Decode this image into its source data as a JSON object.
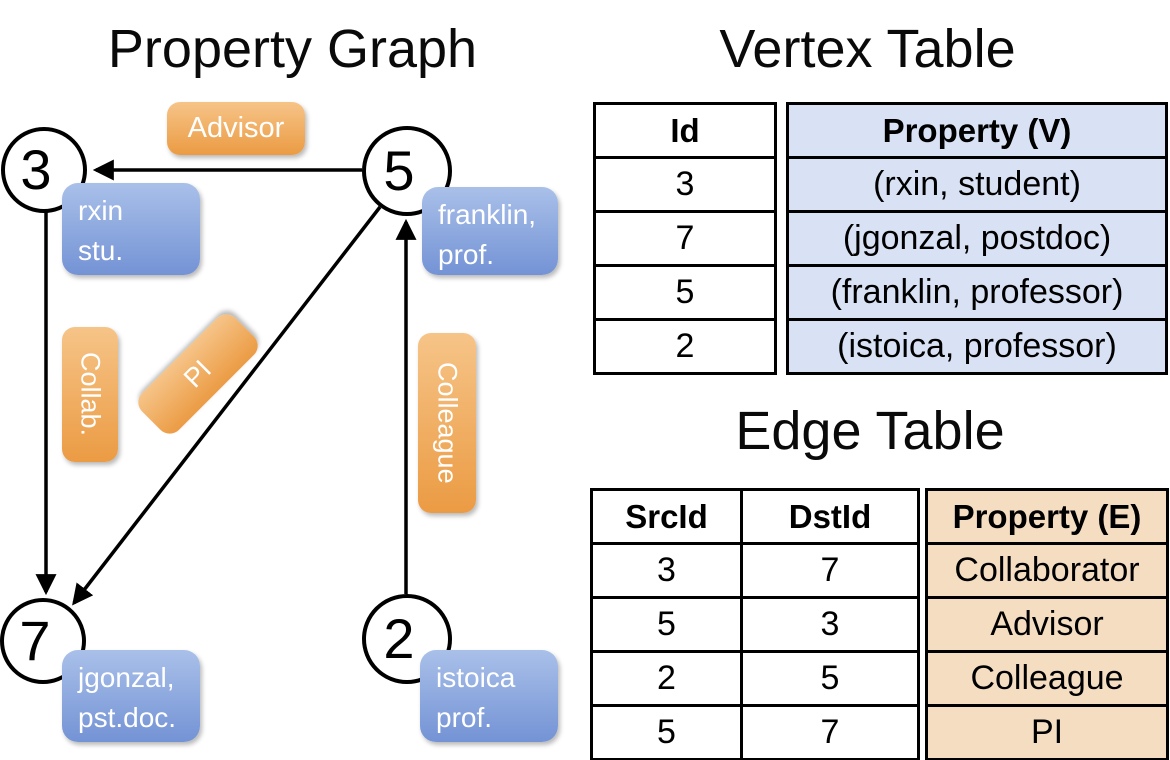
{
  "titles": {
    "graph": "Property Graph",
    "vertex_table": "Vertex Table",
    "edge_table": "Edge Table"
  },
  "graph": {
    "nodes": [
      {
        "id": "3",
        "line1": "rxin",
        "line2": "stu."
      },
      {
        "id": "5",
        "line1": "franklin,",
        "line2": "prof."
      },
      {
        "id": "7",
        "line1": "jgonzal,",
        "line2": "pst.doc."
      },
      {
        "id": "2",
        "line1": "istoica",
        "line2": "prof."
      }
    ],
    "edge_labels": {
      "advisor": "Advisor",
      "collab": "Collab.",
      "pi": "PI",
      "colleague": "Colleague"
    },
    "edges": [
      {
        "from": "5",
        "to": "3",
        "label": "Advisor"
      },
      {
        "from": "3",
        "to": "7",
        "label": "Collab."
      },
      {
        "from": "5",
        "to": "7",
        "label": "PI"
      },
      {
        "from": "2",
        "to": "5",
        "label": "Colleague"
      }
    ]
  },
  "vertex_table": {
    "columns": [
      "Id",
      "Property (V)"
    ],
    "rows": [
      [
        "3",
        "(rxin, student)"
      ],
      [
        "7",
        "(jgonzal, postdoc)"
      ],
      [
        "5",
        "(franklin, professor)"
      ],
      [
        "2",
        "(istoica, professor)"
      ]
    ]
  },
  "edge_table": {
    "columns": [
      "SrcId",
      "DstId",
      "Property (E)"
    ],
    "rows": [
      [
        "3",
        "7",
        "Collaborator"
      ],
      [
        "5",
        "3",
        "Advisor"
      ],
      [
        "2",
        "5",
        "Colleague"
      ],
      [
        "5",
        "7",
        "PI"
      ]
    ]
  },
  "colors": {
    "orange_light": "#f6c488",
    "orange_dark": "#eb9b43",
    "blue_light": "#a9c0e9",
    "blue_dark": "#7493d5",
    "vertex_property_fill": "#d9e2f4",
    "edge_property_fill": "#f5ddc2",
    "line": "#000000"
  }
}
